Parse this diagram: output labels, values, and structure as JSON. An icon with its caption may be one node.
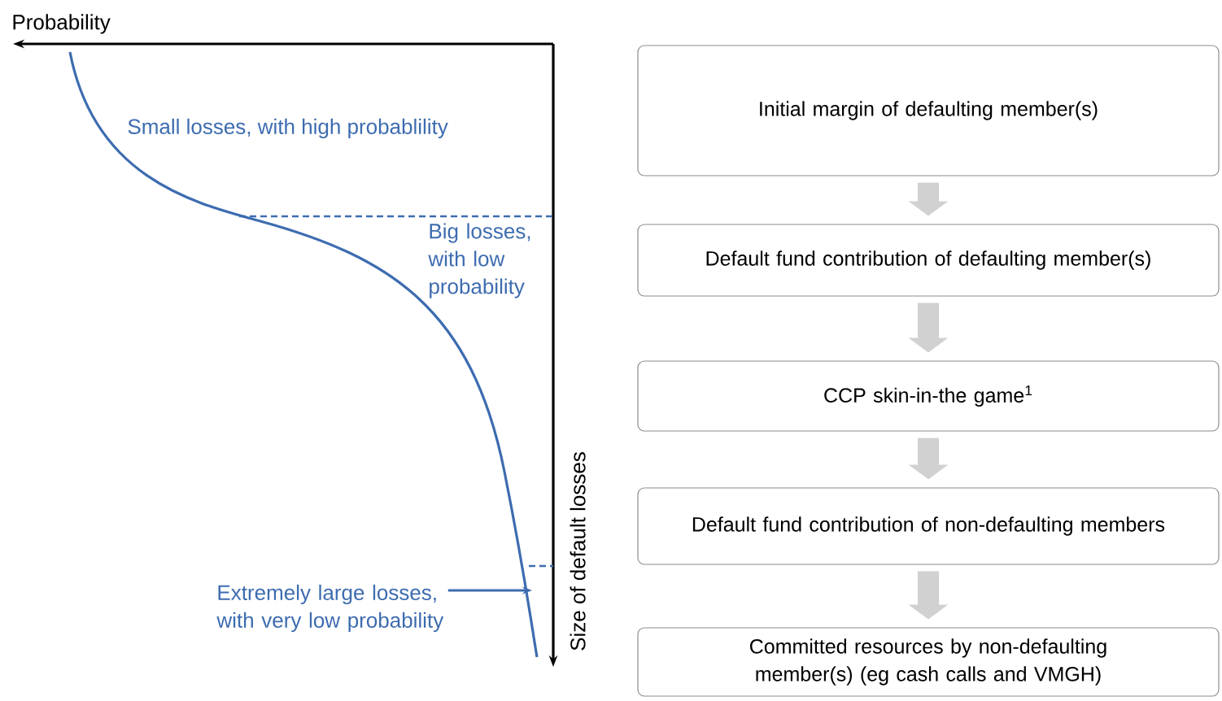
{
  "diagram": {
    "nodes": [
      {
        "text": [
          "Initial margin of defaulting member(s)"
        ]
      },
      {
        "text": [
          "Default fund contribution of defaulting member(s)"
        ]
      },
      {
        "text": [
          "CCP skin-in-the game$^{1}$"
        ]
      },
      {
        "text": [
          "Default fund contribution of non-defaulting members"
        ]
      },
      {
        "text": [
          "Committed resources by non-defaulting member(s) (eg cash calls and VMGH)"
        ]
      },
      {
        "text": [
          "Extremely large losses, with very low probability"
        ]
      }
    ],
    "edges": [
      {
        "from": 0,
        "to": 1,
        "arrow": "to"
      },
      {
        "from": 1,
        "to": 2,
        "arrow": "to"
      },
      {
        "from": 2,
        "to": 3,
        "arrow": "to"
      },
      {
        "from": 3,
        "to": 4,
        "arrow": "to"
      },
      {
        "from": 5,
        "to": null,
        "arrow": "to",
        "color": "#3d6cb0"
      }
    ],
    "labels": [
      "Probability",
      "Size of default losses",
      "Small losses, with high probablility",
      "Big losses, with low probability"
    ]
  }
}
